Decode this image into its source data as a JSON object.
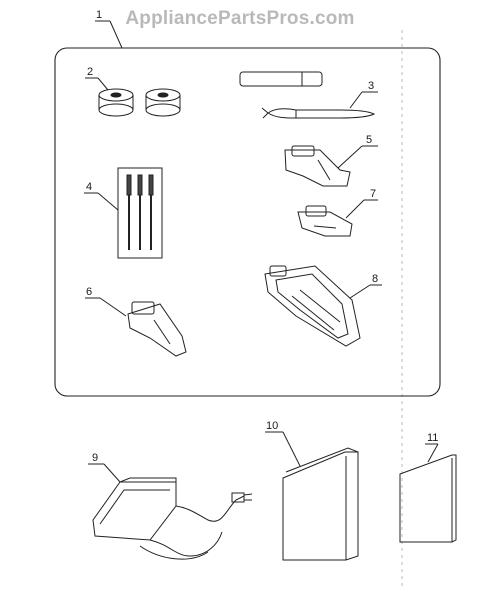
{
  "watermark": "AppliancePartsPros.com",
  "parts": [
    {
      "id": "1",
      "name": "accessory-kit"
    },
    {
      "id": "2",
      "name": "bobbins"
    },
    {
      "id": "3",
      "name": "seam-ripper-and-brush"
    },
    {
      "id": "4",
      "name": "needle-set"
    },
    {
      "id": "5",
      "name": "zipper-foot"
    },
    {
      "id": "6",
      "name": "blind-stitch-foot"
    },
    {
      "id": "7",
      "name": "satin-stitch-foot"
    },
    {
      "id": "8",
      "name": "buttonhole-foot"
    },
    {
      "id": "9",
      "name": "foot-controller"
    },
    {
      "id": "10",
      "name": "instruction-book"
    },
    {
      "id": "11",
      "name": "quick-guide"
    }
  ]
}
